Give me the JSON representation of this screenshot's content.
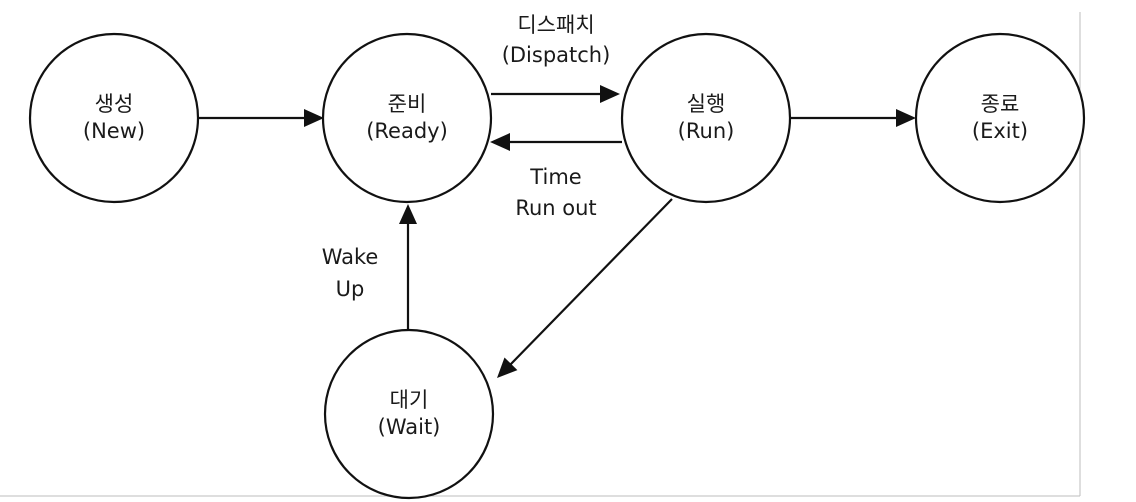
{
  "states": {
    "new": {
      "name": "생성",
      "english": "(New)"
    },
    "ready": {
      "name": "준비",
      "english": "(Ready)"
    },
    "run": {
      "name": "실행",
      "english": "(Run)"
    },
    "exit": {
      "name": "종료",
      "english": "(Exit)"
    },
    "wait": {
      "name": "대기",
      "english": "(Wait)"
    }
  },
  "transitions": {
    "dispatch": {
      "line1": "디스패치",
      "line2": "(Dispatch)"
    },
    "timeout": {
      "line1": "Time",
      "line2": "Run out"
    },
    "wakeup": {
      "line1": "Wake",
      "line2": "Up"
    }
  }
}
